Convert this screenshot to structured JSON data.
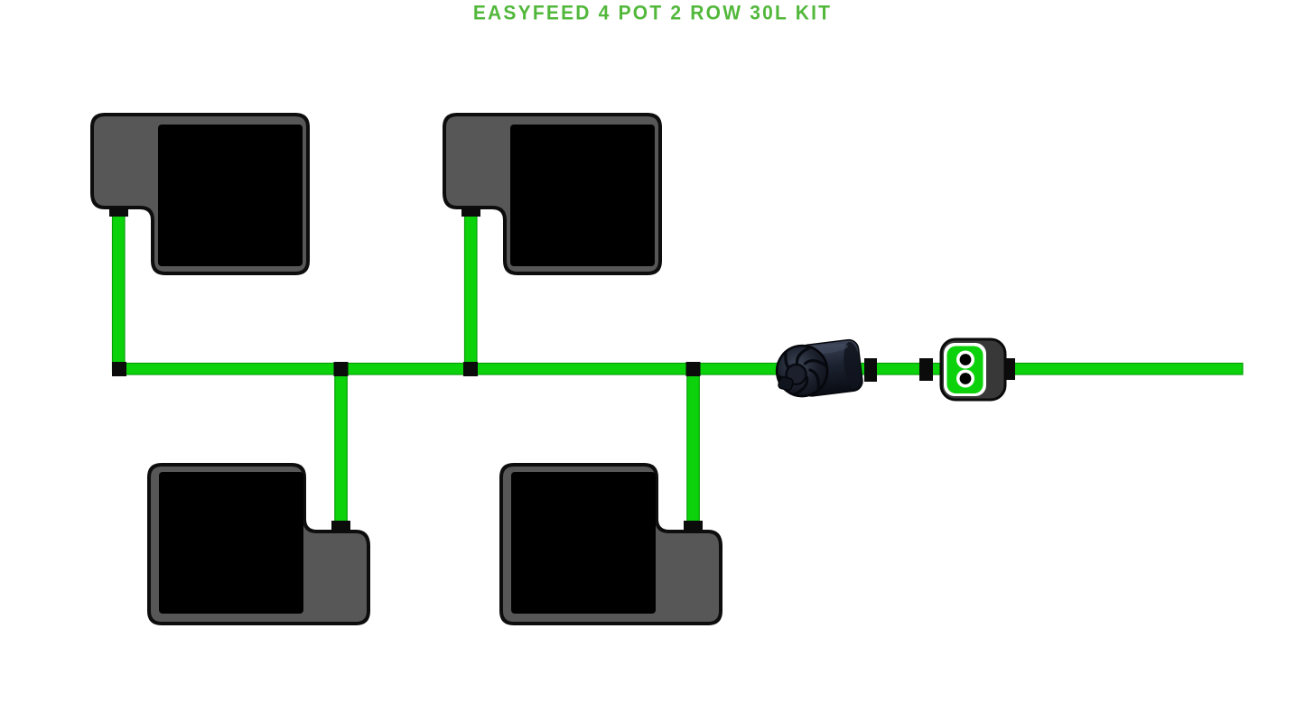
{
  "title": "EASYFEED 4 POT 2 ROW 30L KIT",
  "colors": {
    "title_green": "#52b83b",
    "tube_green": "#0bd20b",
    "tube_edge": "#069f06",
    "pot_tray_gray": "#575757",
    "pot_outline": "#0d0d0d",
    "pot_lid_black": "#000000",
    "connector_black": "#0b0b0b",
    "valve_body_gray": "#383838",
    "valve_face_white": "#ffffff",
    "pump_dark": "#161b26",
    "background": "#ffffff"
  },
  "components": {
    "pots": [
      {
        "name": "pot-1",
        "row": "top",
        "side": "left"
      },
      {
        "name": "pot-2",
        "row": "top",
        "side": "right"
      },
      {
        "name": "pot-3",
        "row": "bottom",
        "side": "left"
      },
      {
        "name": "pot-4",
        "row": "bottom",
        "side": "right"
      }
    ],
    "pump": {
      "name": "inline-water-pump"
    },
    "valve": {
      "name": "dual-port-valve"
    },
    "line": {
      "name": "main-feed-line"
    },
    "connector_count": {
      "tees": 3,
      "elbows": 1,
      "inline_fittings": 3,
      "pot_fittings": 4
    }
  }
}
